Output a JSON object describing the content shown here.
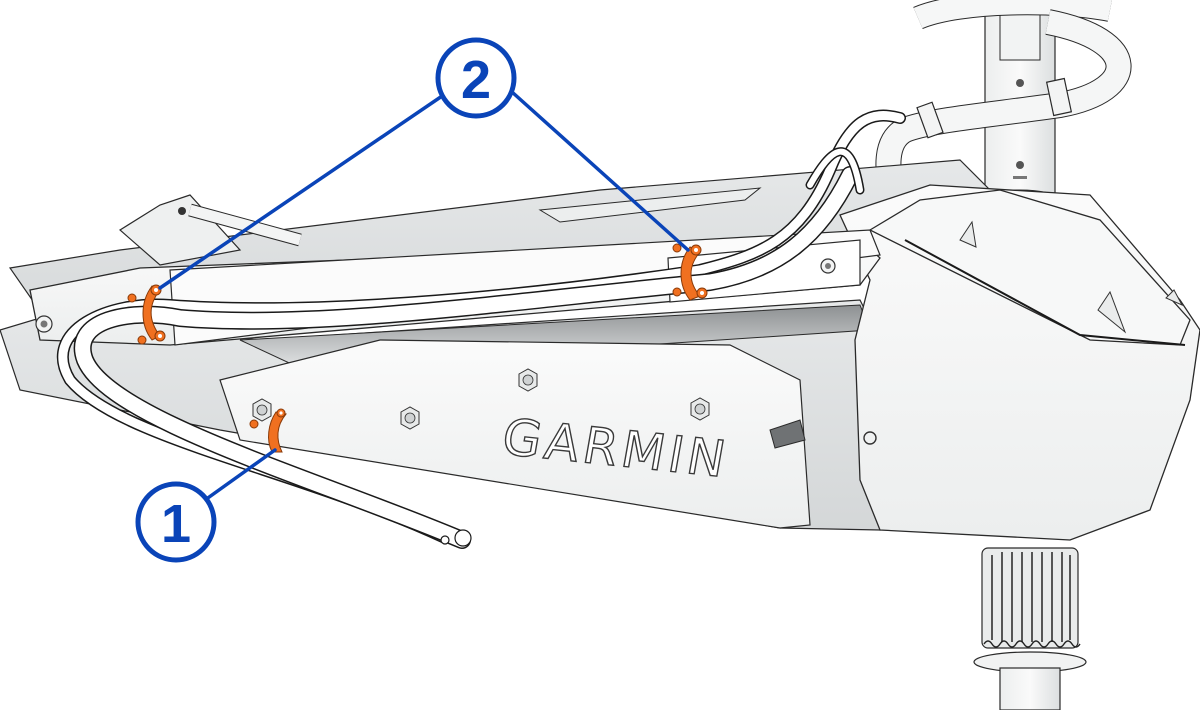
{
  "diagram": {
    "subject": "Trolling motor mount with cable clamps",
    "brand_text": "GARMIN",
    "callouts": [
      {
        "number": "1",
        "target": "cable clamp on lower arm"
      },
      {
        "number": "2",
        "target": "cable clamps on upper arm"
      }
    ],
    "colors": {
      "callout_blue": "#0a44b8",
      "clamp_orange": "#f07020",
      "outline": "#1e1e1e",
      "body_fill": "#f4f5f5",
      "shade_fill": "#e3e5e6",
      "dark_shade": "#b9bcbe",
      "background": "#ffffff"
    }
  }
}
